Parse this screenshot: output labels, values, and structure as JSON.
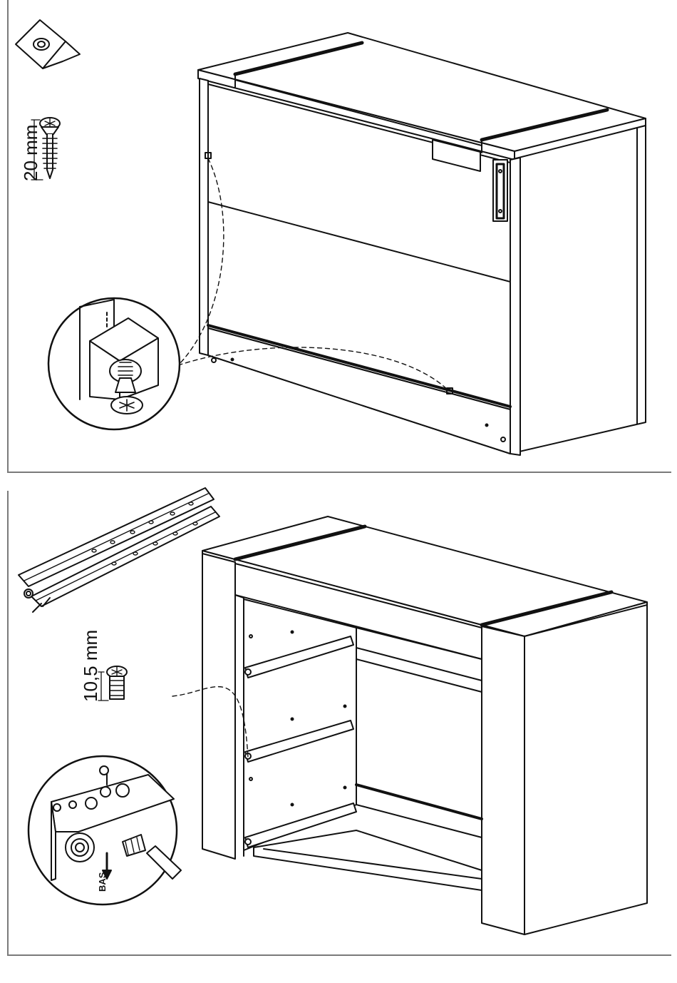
{
  "step1": {
    "screw_length_label": "20 mm"
  },
  "step2": {
    "screw_length_label": "10,5 mm",
    "direction_label": "BAS"
  }
}
